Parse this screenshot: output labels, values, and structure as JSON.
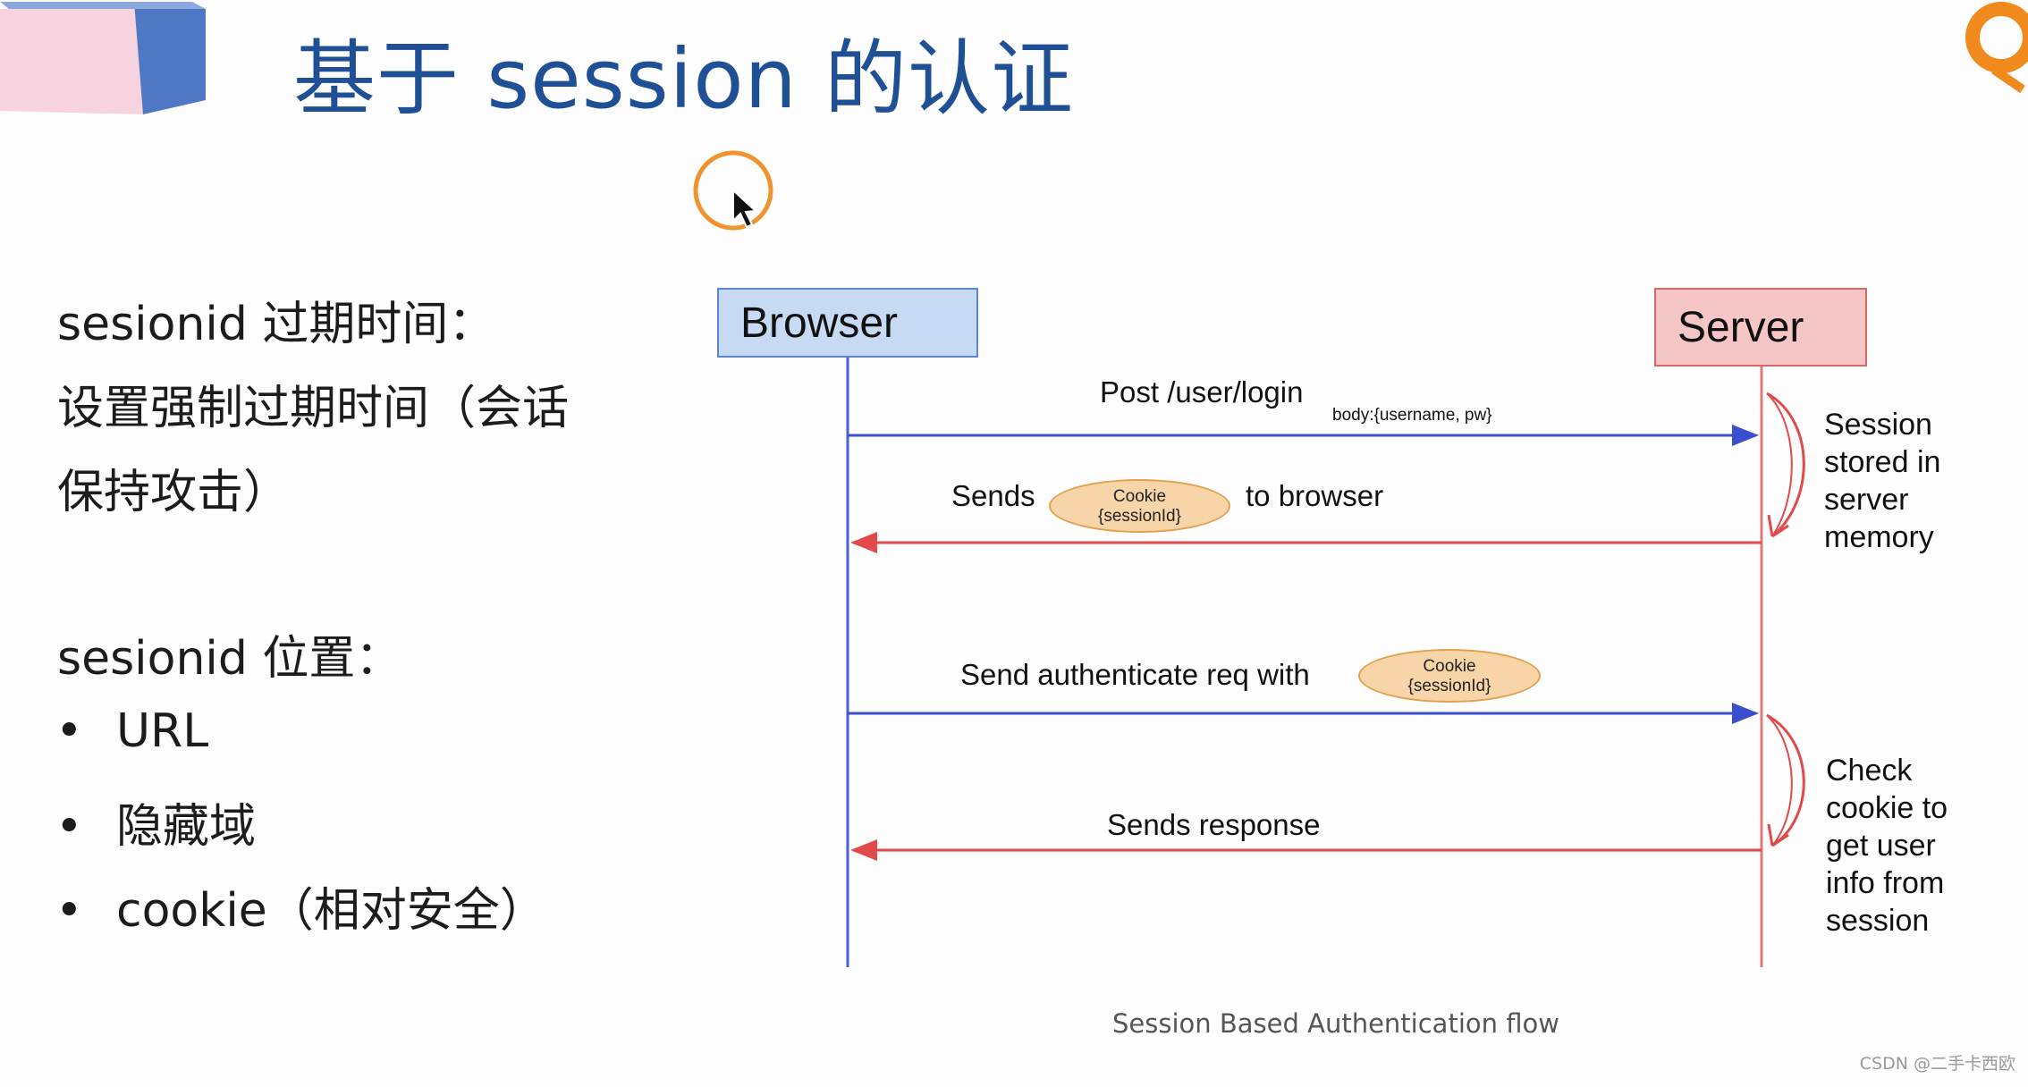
{
  "title": "基于 session 的认证",
  "left": {
    "expire_heading": "sesionid 过期时间：",
    "expire_line1": "设置强制过期时间（会话",
    "expire_line2": "保持攻击）",
    "location_heading": "sesionid 位置：",
    "bullets": [
      "URL",
      "隐藏域",
      "cookie（相对安全）"
    ],
    "bullet_symbol": "•"
  },
  "diagram": {
    "browser_label": "Browser",
    "server_label": "Server",
    "msg1": "Post /user/login",
    "msg1_body": "body:{username, pw}",
    "msg2_prefix": "Sends",
    "msg2_suffix": "to browser",
    "cookie_line1": "Cookie",
    "cookie_line2": "{sessionId}",
    "msg3": "Send authenticate req with",
    "msg4": "Sends response",
    "note1": "Session\nstored in\nserver\nmemory",
    "note2": "Check\ncookie to\nget user\ninfo from\nsession",
    "caption": "Session Based Authentication flow",
    "colors": {
      "request": "#3a4fd0",
      "response": "#e04a4a",
      "title": "#1f4f94",
      "cookie": "#f8d5a9"
    }
  },
  "watermark": "CSDN @二手卡西欧"
}
